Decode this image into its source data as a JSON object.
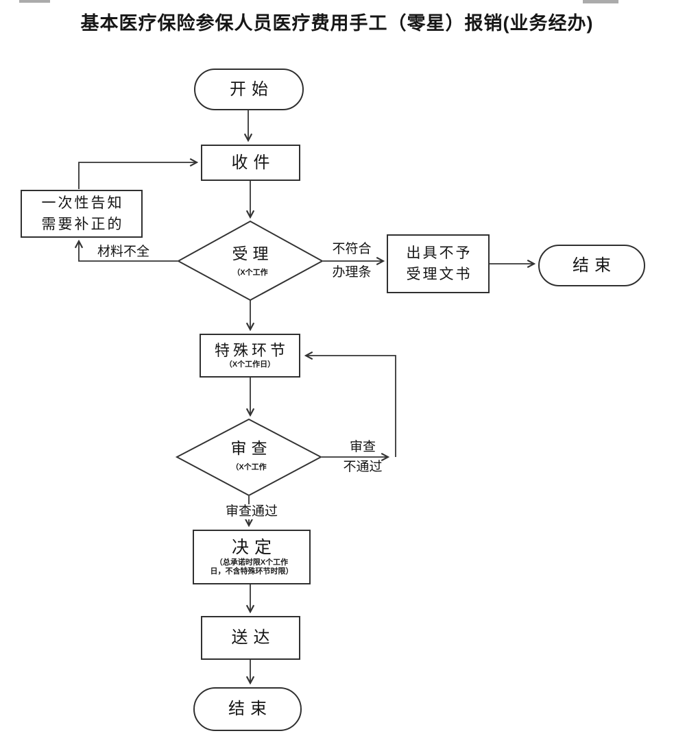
{
  "page": {
    "title": "基本医疗保险参保人员医疗费用手工（零星）报销(业务经办)"
  },
  "nodes": {
    "start": {
      "label": "开始"
    },
    "receive": {
      "label": "收件"
    },
    "notify": {
      "line1": "一次性告知",
      "line2": "需要补正的"
    },
    "accept": {
      "label": "受理",
      "sub": "（X个工作"
    },
    "reject_doc": {
      "line1": "出具不予",
      "line2": "受理文书"
    },
    "end_right": {
      "label": "结束"
    },
    "special": {
      "label": "特殊环节",
      "sub": "（X个工作日）"
    },
    "review": {
      "label": "审查",
      "sub": "（X个工作"
    },
    "decide": {
      "label": "决定",
      "sub1": "（总承诺时限X个工作",
      "sub2": "日，不含特殊环节时限）"
    },
    "deliver": {
      "label": "送达"
    },
    "end_bottom": {
      "label": "结束"
    }
  },
  "edge_labels": {
    "materials_incomplete": "材料不全",
    "not_conform_line1": "不符合",
    "not_conform_line2": "办理条",
    "review_fail_line1": "审查",
    "review_fail_line2": "不通过",
    "review_pass": "审查通过"
  },
  "colors": {
    "stroke": "#333333",
    "text": "#141414",
    "background": "#ffffff",
    "corner_mark": "#ababab"
  }
}
